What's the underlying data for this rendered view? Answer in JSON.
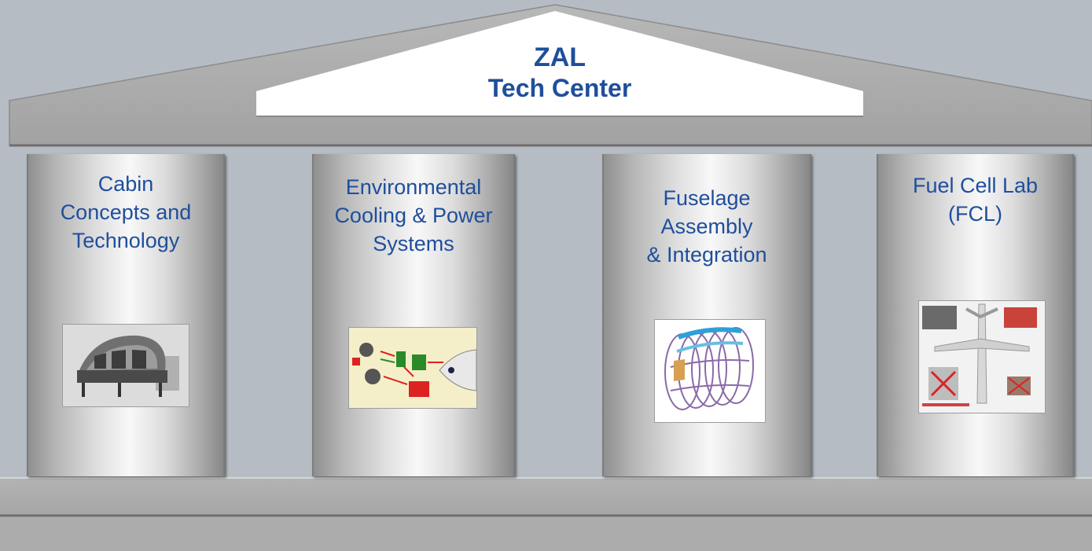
{
  "title": {
    "line1": "ZAL",
    "line2": "Tech Center"
  },
  "pillars": [
    {
      "label": "Cabin\nConcepts and\nTechnology",
      "image": "cabin-mockup-image"
    },
    {
      "label": "Environmental\nCooling & Power\nSystems",
      "image": "cooling-system-schematic-image"
    },
    {
      "label": "Fuselage\nAssembly\n& Integration",
      "image": "fuselage-frame-image"
    },
    {
      "label": "Fuel Cell Lab\n(FCL)",
      "image": "aircraft-fuel-cell-layout-image"
    }
  ],
  "colors": {
    "background": "#b5bcc4",
    "text_blue": "#1f4e9c",
    "roof": "#aaaaaa",
    "pillar_highlight": "#f8f8f8",
    "pillar_shadow": "#878787"
  }
}
